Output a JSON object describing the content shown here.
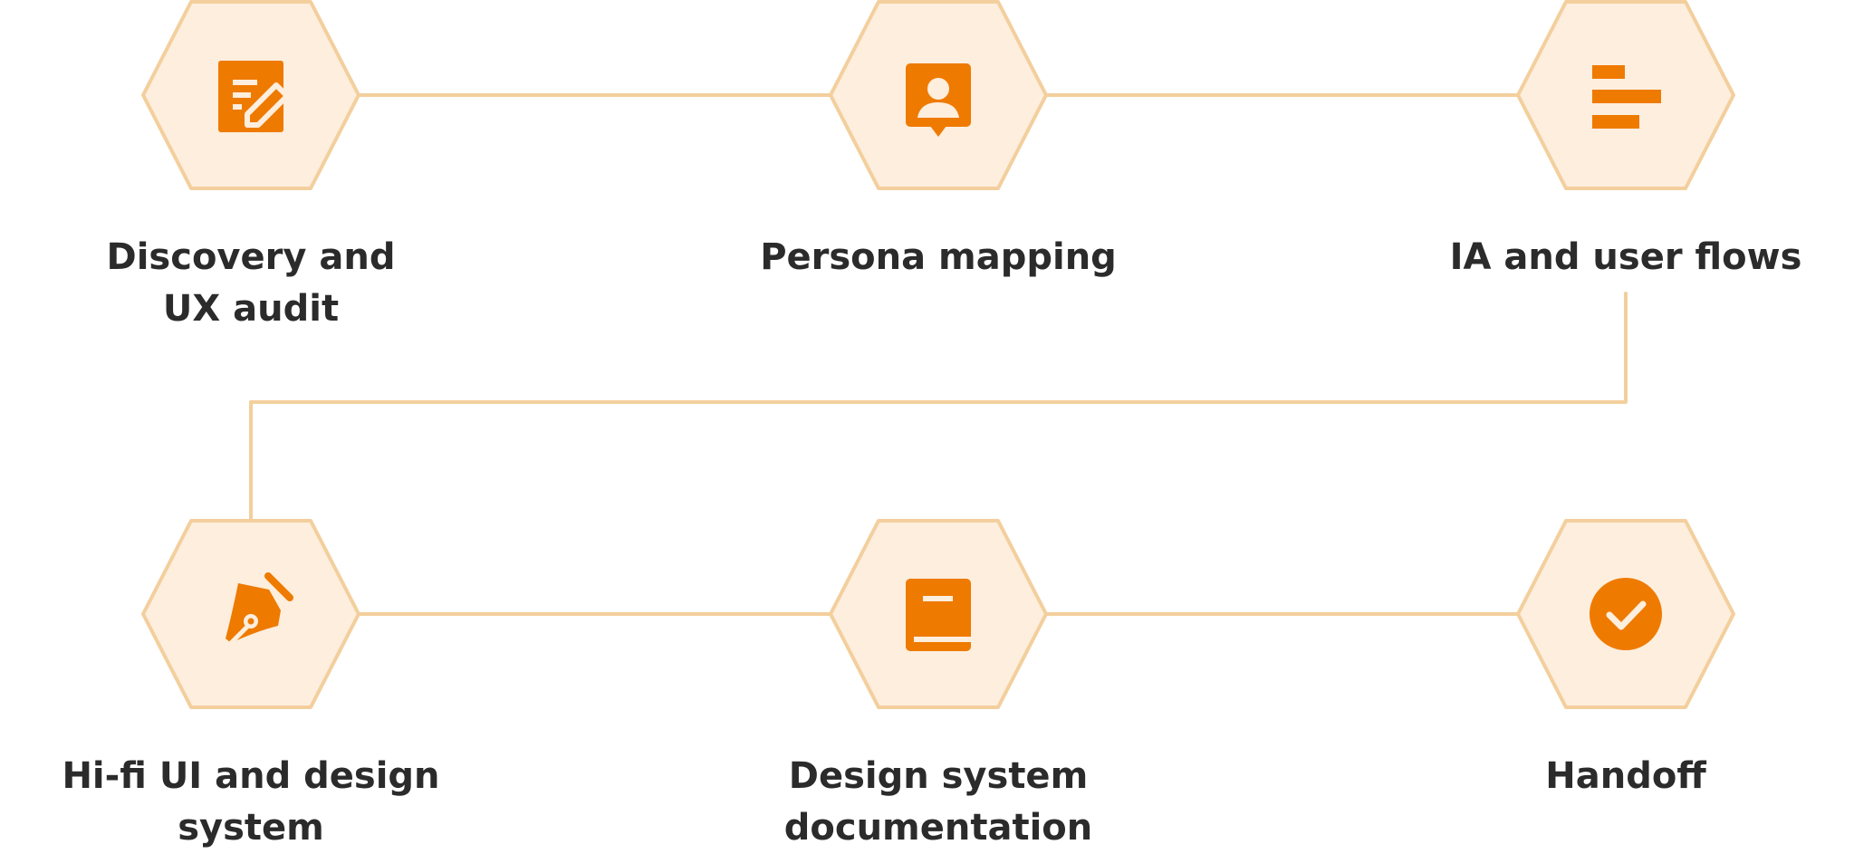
{
  "colors": {
    "hex_fill": "#fdeede",
    "hex_stroke": "#f3cf9d",
    "connector": "#f3cf9d",
    "icon": "#ef7a00",
    "label_text": "#2b2b2b",
    "background": "#ffffff"
  },
  "steps": [
    {
      "icon": "document-edit-icon",
      "label_lines": [
        "Discovery and",
        "UX audit"
      ]
    },
    {
      "icon": "persona-icon",
      "label_lines": [
        "Persona mapping"
      ]
    },
    {
      "icon": "bars-list-icon",
      "label_lines": [
        "IA and user flows"
      ]
    },
    {
      "icon": "pen-nib-icon",
      "label_lines": [
        "Hi-fi UI and design",
        "system"
      ]
    },
    {
      "icon": "book-icon",
      "label_lines": [
        "Design system",
        "documentation"
      ]
    },
    {
      "icon": "check-circle-icon",
      "label_lines": [
        "Handoff"
      ]
    }
  ]
}
